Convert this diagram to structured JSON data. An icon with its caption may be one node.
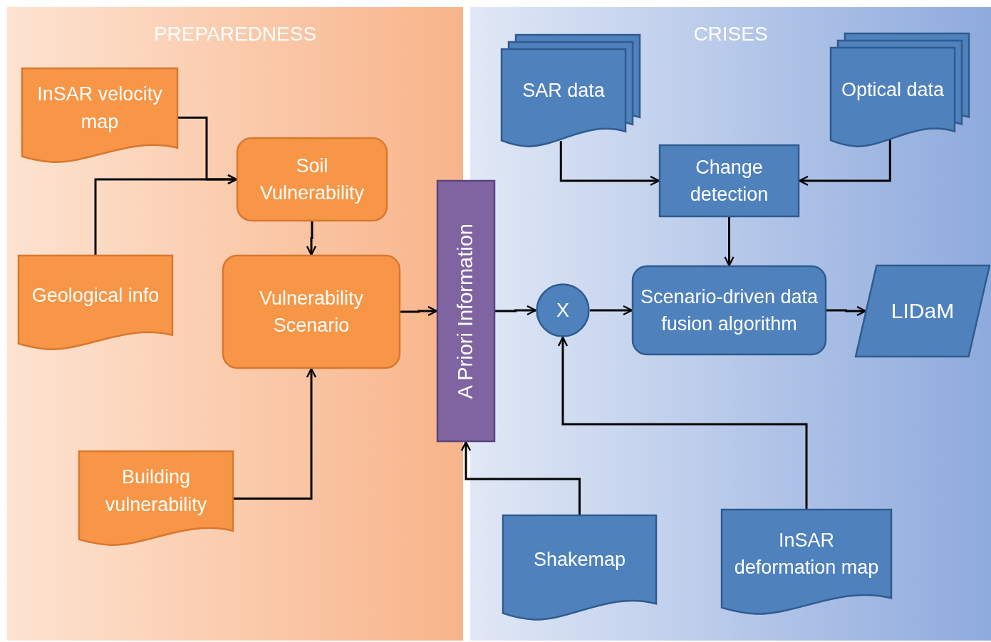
{
  "diagram": {
    "nodes": [
      {
        "text": [
          "PREPAREDNESS"
        ]
      },
      {
        "text": [
          "CRISES"
        ]
      },
      {
        "text": [
          "InSAR velocity map"
        ],
        "in": 0
      },
      {
        "text": [
          "Soil Vulnerability"
        ],
        "in": 0
      },
      {
        "text": [
          "Geological info"
        ],
        "in": 0
      },
      {
        "text": [
          "Vulnerability Scenario"
        ],
        "in": 0
      },
      {
        "text": [
          "Building vulnerability"
        ],
        "in": 0
      },
      {
        "text": [
          "A Priori Information"
        ]
      },
      {
        "text": [
          "SAR data"
        ],
        "in": 1
      },
      {
        "text": [
          "Optical data"
        ],
        "in": 1
      },
      {
        "text": [
          "Change detection"
        ],
        "in": 1
      },
      {
        "text": [
          "X"
        ],
        "in": 1
      },
      {
        "text": [
          "Scenario-driven data fusion algorithm"
        ],
        "in": 1
      },
      {
        "text": [
          "LIDaM"
        ],
        "in": 1
      },
      {
        "text": [
          "Shakemap"
        ],
        "in": 1
      },
      {
        "text": [
          "InSAR deformation map"
        ],
        "in": 1
      }
    ],
    "edges": [
      {
        "from": 2,
        "to": 3,
        "arrow": "to"
      },
      {
        "from": 4,
        "to": 3,
        "arrow": "to"
      },
      {
        "from": 3,
        "to": 5,
        "arrow": "to"
      },
      {
        "from": 5,
        "to": 7,
        "arrow": "to"
      },
      {
        "from": 6,
        "to": 5,
        "arrow": "to"
      },
      {
        "from": 7,
        "to": 11,
        "arrow": "to"
      },
      {
        "from": 8,
        "to": 10,
        "arrow": "to"
      },
      {
        "from": 9,
        "to": 10,
        "arrow": "to"
      },
      {
        "from": 10,
        "to": 12,
        "arrow": "to"
      },
      {
        "from": 11,
        "to": 12,
        "arrow": "to"
      },
      {
        "from": 12,
        "to": 13,
        "arrow": "to"
      },
      {
        "from": 14,
        "to": 7,
        "arrow": "to"
      },
      {
        "from": 15,
        "to": 11,
        "arrow": "to"
      }
    ]
  }
}
